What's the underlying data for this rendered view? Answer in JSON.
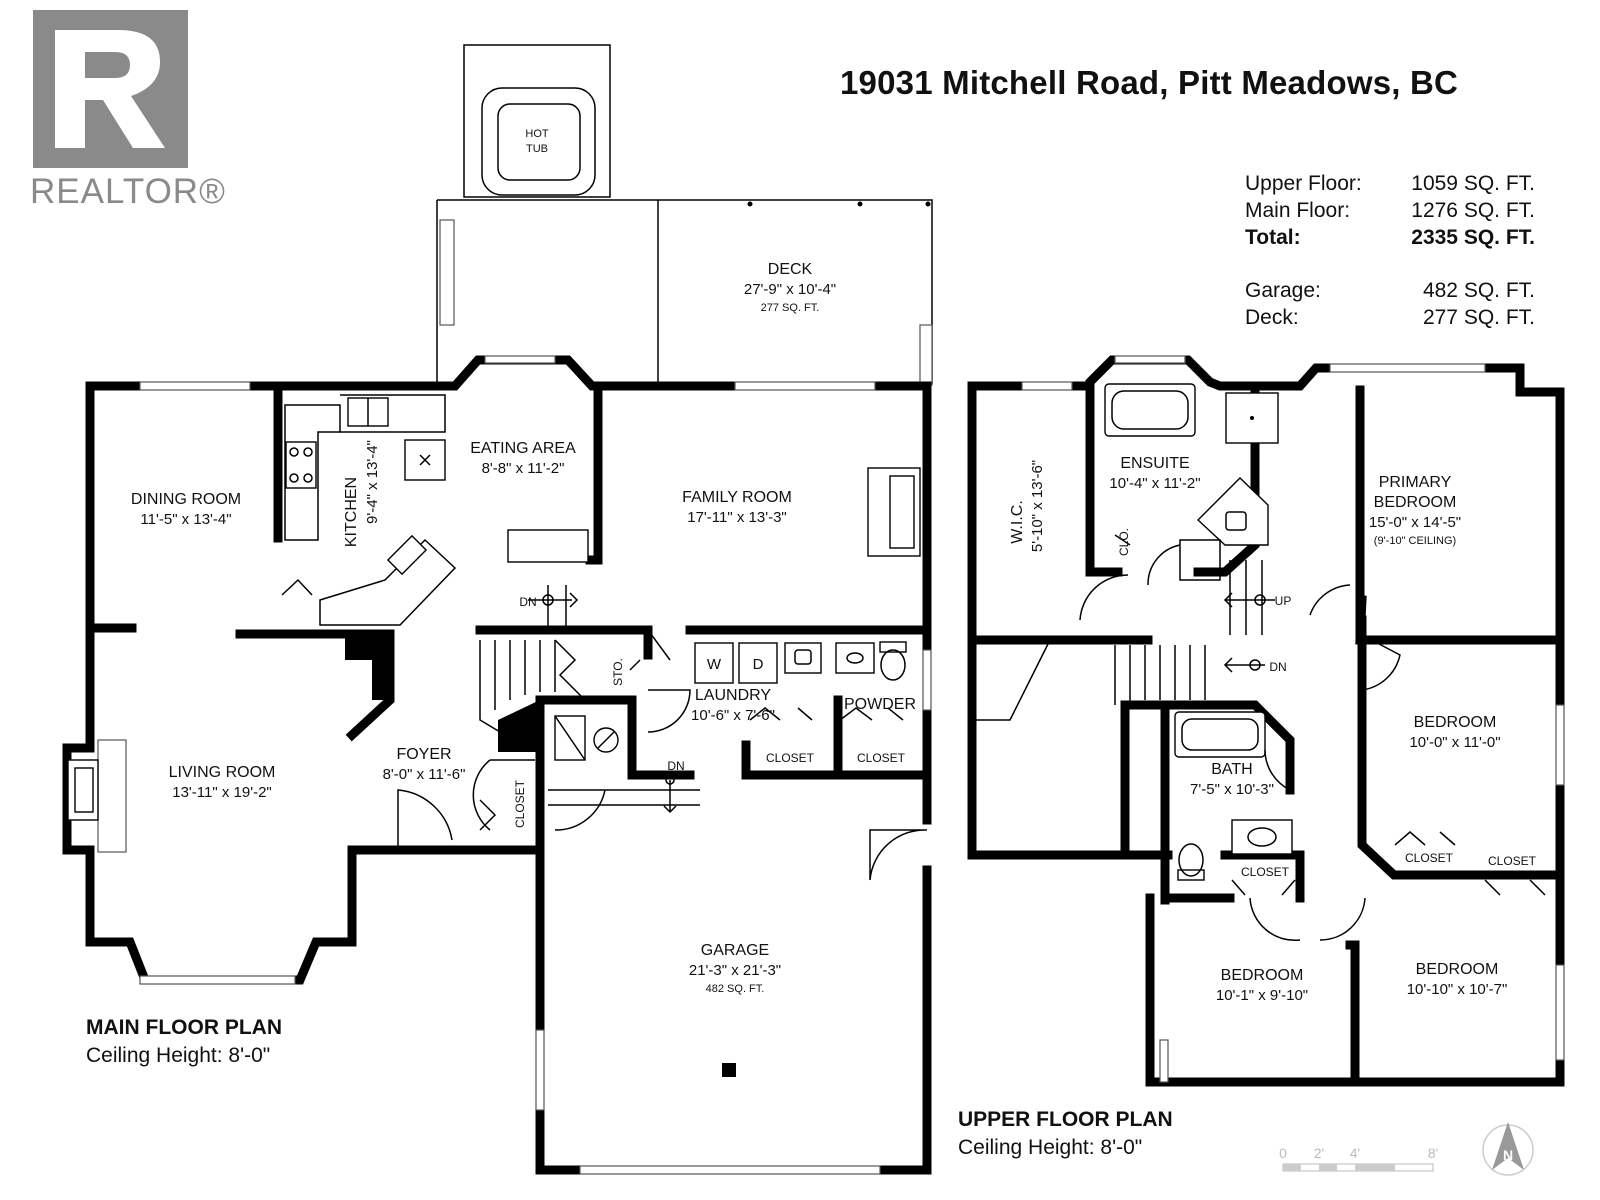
{
  "header": {
    "address": "19031 Mitchell Road, Pitt Meadows, BC"
  },
  "logo": {
    "letter": "R",
    "word": "REALTOR®",
    "color": "#8a8a8a"
  },
  "areas": {
    "rows": [
      {
        "label": "Upper Floor:",
        "value": "1059 SQ. FT."
      },
      {
        "label": "Main Floor:",
        "value": "1276 SQ. FT."
      },
      {
        "label": "Total:",
        "value": "2335 SQ. FT."
      }
    ],
    "extra": [
      {
        "label": "Garage:",
        "value": "482 SQ. FT."
      },
      {
        "label": "Deck:",
        "value": "277 SQ. FT."
      }
    ]
  },
  "main_floor": {
    "title": "MAIN FLOOR PLAN",
    "ceiling": "Ceiling Height: 8'-0\"",
    "rooms": {
      "hot_tub_1": "HOT",
      "hot_tub_2": "TUB",
      "deck": "DECK",
      "deck_dim": "27'-9\" x 10'-4\"",
      "deck_area": "277 SQ. FT.",
      "dining": "DINING ROOM",
      "dining_dim": "11'-5\" x 13'-4\"",
      "kitchen": "KITCHEN",
      "kitchen_dim": "9'-4\" x 13'-4\"",
      "eating": "EATING AREA",
      "eating_dim": "8'-8\" x 11'-2\"",
      "family": "FAMILY ROOM",
      "family_dim": "17'-11\" x 13'-3\"",
      "living": "LIVING ROOM",
      "living_dim": "13'-11\" x 19'-2\"",
      "foyer": "FOYER",
      "foyer_dim": "8'-0\" x 11'-6\"",
      "closet_v": "CLOSET",
      "sto": "STO.",
      "laundry": "LAUNDRY",
      "laundry_dim": "10'-6\" x 7'-6\"",
      "washer": "W",
      "dryer": "D",
      "powder": "POWDER",
      "closet_1": "CLOSET",
      "closet_2": "CLOSET",
      "garage": "GARAGE",
      "garage_dim": "21'-3\" x 21'-3\"",
      "garage_area": "482 SQ. FT.",
      "dn_1": "DN",
      "dn_2": "DN"
    }
  },
  "upper_floor": {
    "title": "UPPER FLOOR PLAN",
    "ceiling": "Ceiling Height: 8'-0\"",
    "rooms": {
      "wic": "W.I.C.",
      "wic_dim": "5'-10\" x 13'-6\"",
      "ensuite": "ENSUITE",
      "ensuite_dim": "10'-4\" x 11'-2\"",
      "clo": "CLO.",
      "primary_1": "PRIMARY",
      "primary_2": "BEDROOM",
      "primary_dim": "15'-0\" x 14'-5\"",
      "primary_ceiling": "(9'-10\" CEILING)",
      "up": "UP",
      "dn": "DN",
      "bed2": "BEDROOM",
      "bed2_dim": "10'-0\" x 11'-0\"",
      "bath": "BATH",
      "bath_dim": "7'-5\" x 10'-3\"",
      "closet_a": "CLOSET",
      "closet_b": "CLOSET",
      "closet_c": "CLOSET",
      "bed3": "BEDROOM",
      "bed3_dim": "10'-1\" x 9'-10\"",
      "bed4": "BEDROOM",
      "bed4_dim": "10'-10\" x 10'-7\""
    }
  },
  "scale": {
    "ticks": [
      "0",
      "2'",
      "4'",
      "8'"
    ],
    "north": "N"
  }
}
